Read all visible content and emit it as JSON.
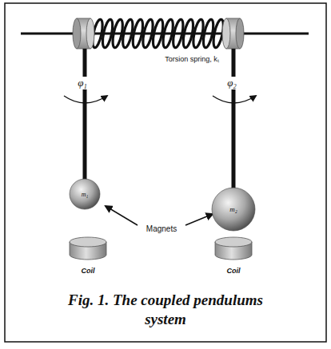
{
  "diagram": {
    "caption": "Fig. 1. The coupled pendulums system",
    "nodes": [
      {
        "text": [
          "m₁"
        ]
      },
      {
        "text": [
          "m₂"
        ]
      },
      {
        "text": [
          "Coil"
        ]
      },
      {
        "text": [
          "Coil"
        ]
      }
    ],
    "labels": [
      "Torsion spring, kₜ",
      "φ₁",
      "φ₂",
      "Magnets"
    ]
  }
}
